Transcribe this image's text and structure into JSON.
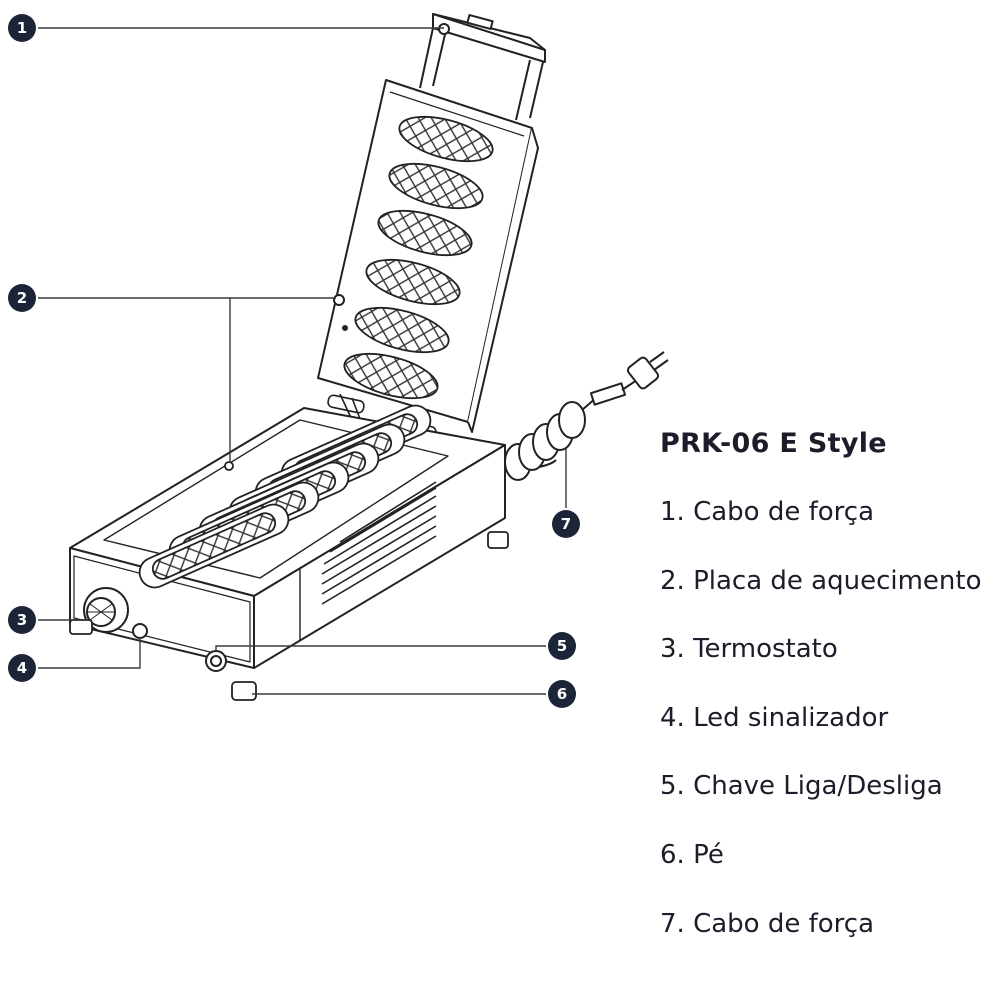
{
  "title": "PRK-06 E Style",
  "legend": [
    "1. Cabo de força",
    "2. Placa de aquecimento",
    "3. Termostato",
    "4. Led sinalizador",
    "5. Chave Liga/Desliga",
    "6. Pé",
    "7. Cabo de força"
  ],
  "callouts": [
    "1",
    "2",
    "3",
    "4",
    "5",
    "6",
    "7"
  ],
  "colors": {
    "badge": "#1c2438",
    "line": "#3a3a3a",
    "text": "#1c1c2a"
  }
}
